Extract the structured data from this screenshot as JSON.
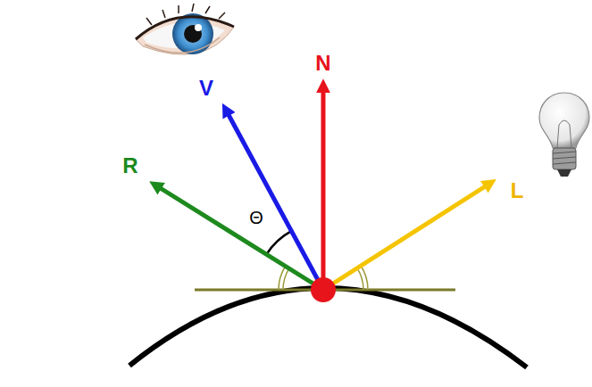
{
  "diagram": {
    "labels": [
      "N",
      "V",
      "R",
      "L",
      "Θ"
    ]
  }
}
